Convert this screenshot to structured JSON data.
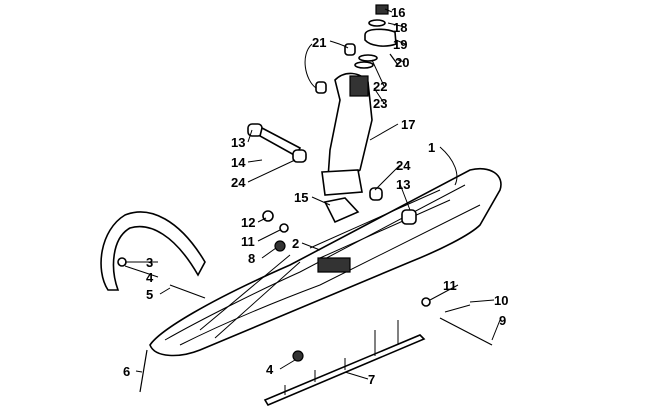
{
  "diagram": {
    "title": "Ski and spindle assembly exploded view",
    "callouts": [
      {
        "id": "c16",
        "text": "16"
      },
      {
        "id": "c18",
        "text": "18"
      },
      {
        "id": "c19",
        "text": "19"
      },
      {
        "id": "c20",
        "text": "20"
      },
      {
        "id": "c21",
        "text": "21"
      },
      {
        "id": "c22",
        "text": "22"
      },
      {
        "id": "c23",
        "text": "23"
      },
      {
        "id": "c17",
        "text": "17"
      },
      {
        "id": "c1",
        "text": "1"
      },
      {
        "id": "c13a",
        "text": "13"
      },
      {
        "id": "c14",
        "text": "14"
      },
      {
        "id": "c24a",
        "text": "24"
      },
      {
        "id": "c24b",
        "text": "24"
      },
      {
        "id": "c13b",
        "text": "13"
      },
      {
        "id": "c15",
        "text": "15"
      },
      {
        "id": "c12",
        "text": "12"
      },
      {
        "id": "c11a",
        "text": "11"
      },
      {
        "id": "c2",
        "text": "2"
      },
      {
        "id": "c8",
        "text": "8"
      },
      {
        "id": "c3",
        "text": "3"
      },
      {
        "id": "c4a",
        "text": "4"
      },
      {
        "id": "c5",
        "text": "5"
      },
      {
        "id": "c11b",
        "text": "11"
      },
      {
        "id": "c10",
        "text": "10"
      },
      {
        "id": "c9",
        "text": "9"
      },
      {
        "id": "c6",
        "text": "6"
      },
      {
        "id": "c4b",
        "text": "4"
      },
      {
        "id": "c7",
        "text": "7"
      }
    ]
  }
}
